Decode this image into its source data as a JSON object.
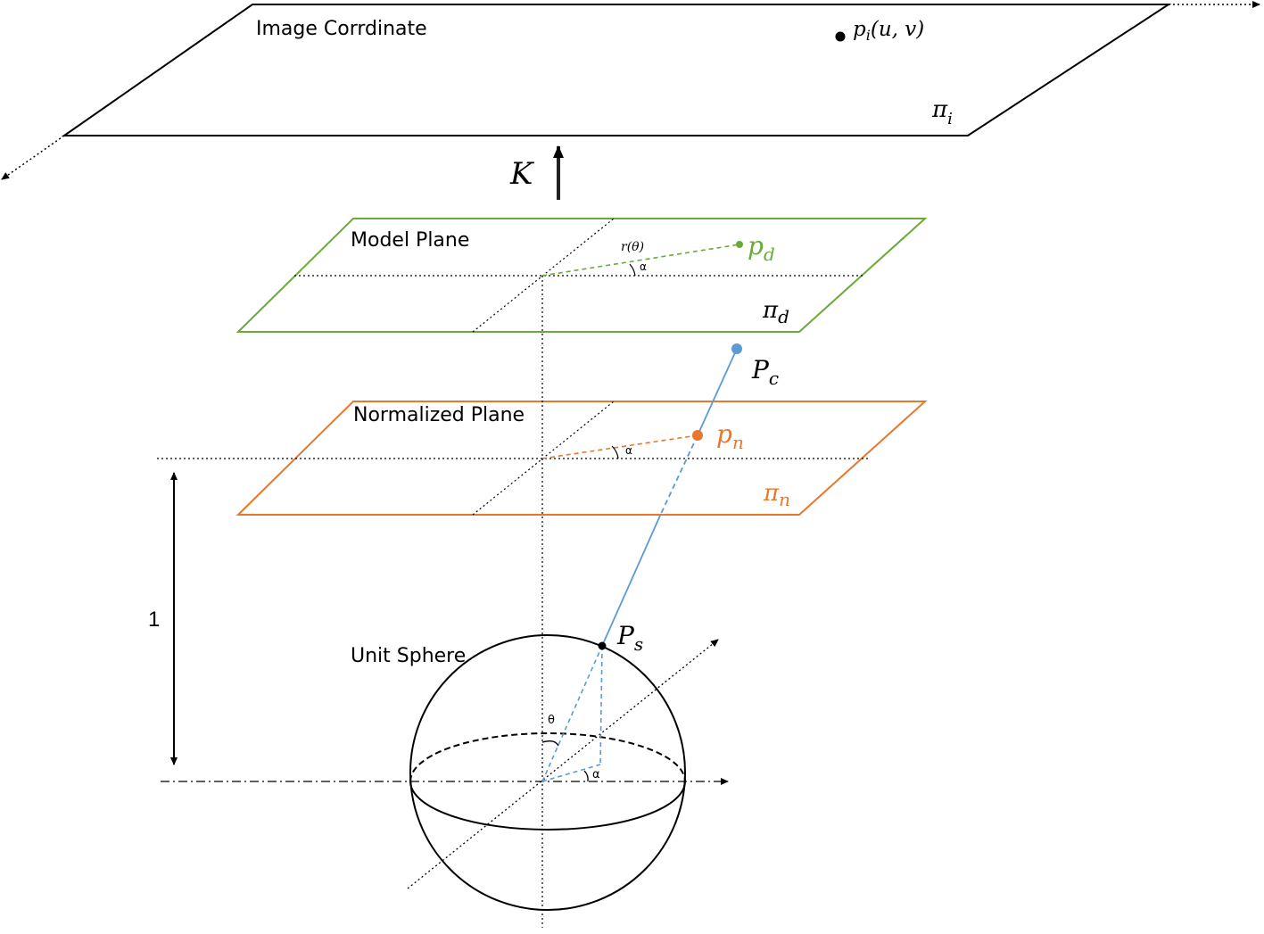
{
  "planes": {
    "image": {
      "title": "Image Corrdinate",
      "point_label": "p",
      "point_sub": "i",
      "point_coords": "(u, v)",
      "plane_symbol": "π",
      "plane_sub": "i"
    },
    "model": {
      "title": "Model Plane",
      "radius_label": "r(θ)",
      "angle_label": "α",
      "point_label": "p",
      "point_sub": "d",
      "plane_symbol": "π",
      "plane_sub": "d"
    },
    "normalized": {
      "title": "Normalized Plane",
      "angle_label": "α",
      "point_label": "p",
      "point_sub": "n",
      "plane_symbol": "π",
      "plane_sub": "n"
    }
  },
  "camera_point": {
    "label": "P",
    "sub": "c"
  },
  "projection": {
    "label": "K"
  },
  "sphere": {
    "title": "Unit Sphere",
    "point_label": "P",
    "point_sub": "s",
    "theta_label": "θ",
    "alpha_label": "α"
  },
  "distance_label": "1",
  "colors": {
    "model": "#6aaa3a",
    "normalized": "#e8772e",
    "ray": "#5b9bd5",
    "ink": "#000000"
  }
}
